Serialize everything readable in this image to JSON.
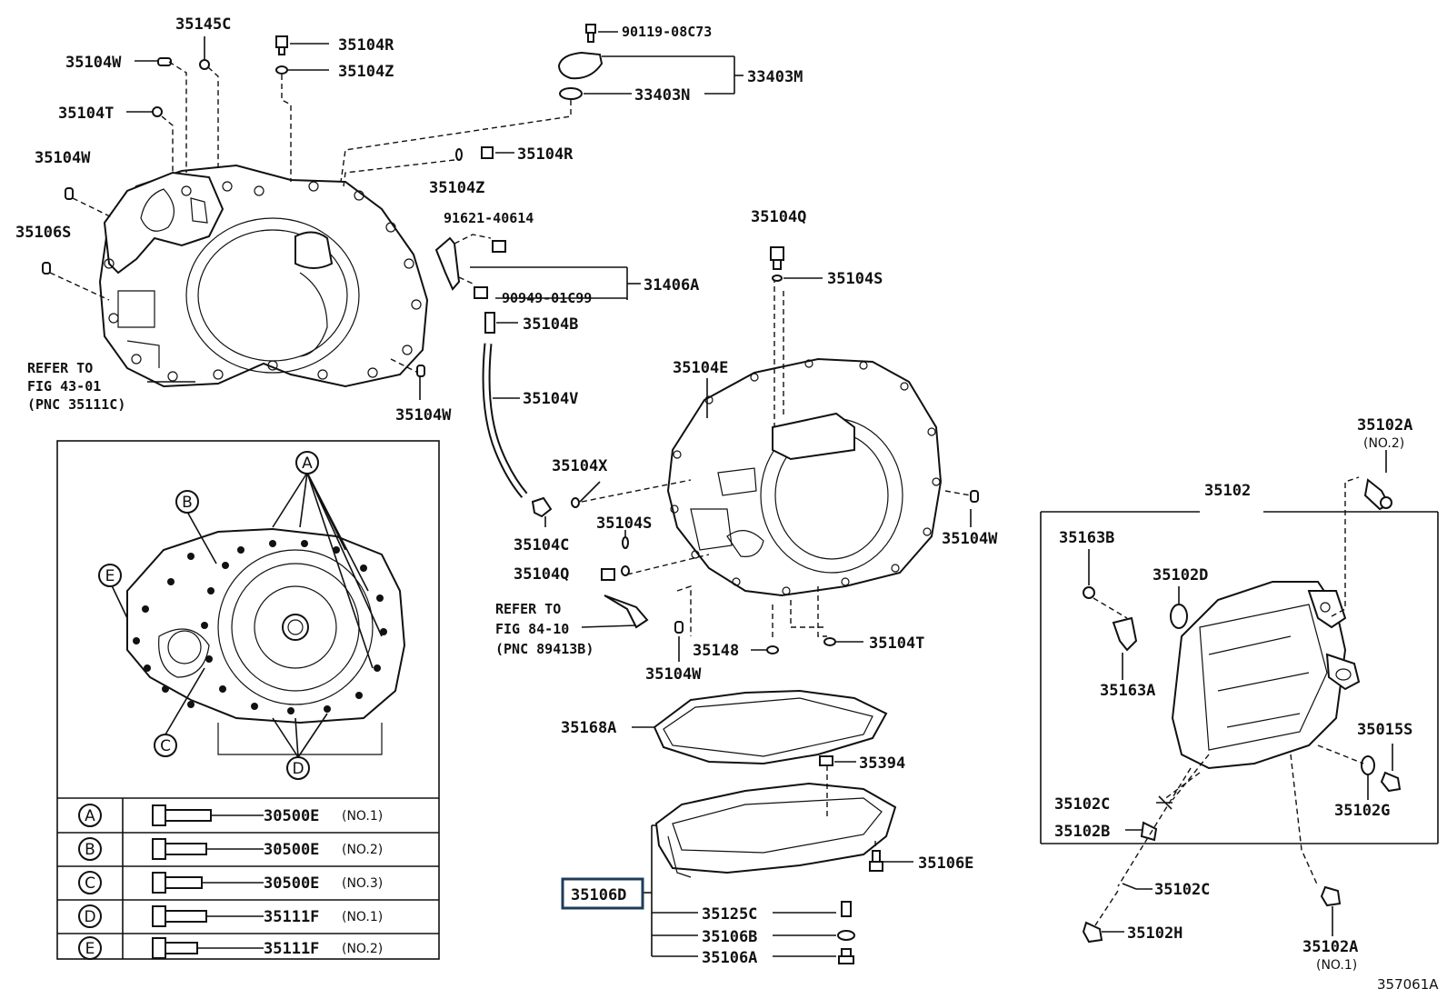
{
  "diagram_id": "357061A",
  "callouts": {
    "c35145C": "35145C",
    "c35104R_a": "35104R",
    "c35104Z_a": "35104Z",
    "c35104W_a": "35104W",
    "c35104T_a": "35104T",
    "c35104W_b": "35104W",
    "c35106S": "35106S",
    "c90119": "90119-08C73",
    "c33403M": "33403M",
    "c33403N": "33403N",
    "c35104R_b": "35104R",
    "c35104Z_b": "35104Z",
    "c91621": "91621-40614",
    "c31406A": "31406A",
    "c90949": "90949-01C99",
    "c35104B": "35104B",
    "c35104Q_a": "35104Q",
    "c35104S_a": "35104S",
    "c35104V": "35104V",
    "c35104E": "35104E",
    "c35104W_c": "35104W",
    "c35104X": "35104X",
    "c35104C": "35104C",
    "c35104S_b": "35104S",
    "c35104Q_b": "35104Q",
    "c35104W_d": "35104W",
    "c35148": "35148",
    "c35104T_b": "35104T",
    "c35104W_e": "35104W",
    "c35168A": "35168A",
    "c35394": "35394",
    "c35106D": "35106D",
    "c35106E": "35106E",
    "c35125C": "35125C",
    "c35106B": "35106B",
    "c35106A": "35106A",
    "c35102": "35102",
    "c35102A_top": "35102A",
    "c35102A_top_no": "(NO.2)",
    "c35163B": "35163B",
    "c35102D": "35102D",
    "c35163A": "35163A",
    "c35015S": "35015S",
    "c35102C_a": "35102C",
    "c35102G": "35102G",
    "c35102B": "35102B",
    "c35102C_b": "35102C",
    "c35102H": "35102H",
    "c35102A_bot": "35102A",
    "c35102A_bot_no": "(NO.1)"
  },
  "notes": {
    "refer_43": [
      "REFER TO",
      "FIG 43-01",
      "(PNC 35111C)"
    ],
    "refer_84": [
      "REFER TO",
      "FIG 84-10",
      "(PNC 89413B)"
    ]
  },
  "inset": {
    "markers": [
      "A",
      "B",
      "C",
      "D",
      "E"
    ],
    "bolt_table": [
      {
        "marker": "A",
        "part": "30500E",
        "note": "(NO.1)"
      },
      {
        "marker": "B",
        "part": "30500E",
        "note": "(NO.2)"
      },
      {
        "marker": "C",
        "part": "30500E",
        "note": "(NO.3)"
      },
      {
        "marker": "D",
        "part": "35111F",
        "note": "(NO.1)"
      },
      {
        "marker": "E",
        "part": "35111F",
        "note": "(NO.2)"
      }
    ]
  }
}
